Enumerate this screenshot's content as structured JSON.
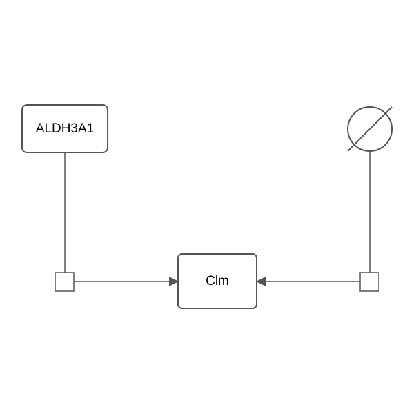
{
  "diagram": {
    "nodes": {
      "enzyme": {
        "label": "ALDH3A1",
        "kind": "macromolecule"
      },
      "product": {
        "label": "Clm",
        "kind": "macromolecule"
      },
      "source": {
        "kind": "source-and-sink",
        "icon": "empty-set-icon"
      }
    },
    "edges": [
      {
        "from": "enzyme",
        "to": "process-left",
        "kind": "catalysis"
      },
      {
        "from": "process-left",
        "to": "product",
        "kind": "production"
      },
      {
        "from": "source",
        "to": "process-right",
        "kind": "consumption"
      },
      {
        "from": "process-right",
        "to": "product",
        "kind": "production"
      }
    ],
    "colors": {
      "stroke": "#555555",
      "fill": "#ffffff",
      "text": "#000000",
      "arrow": "#555555"
    }
  }
}
